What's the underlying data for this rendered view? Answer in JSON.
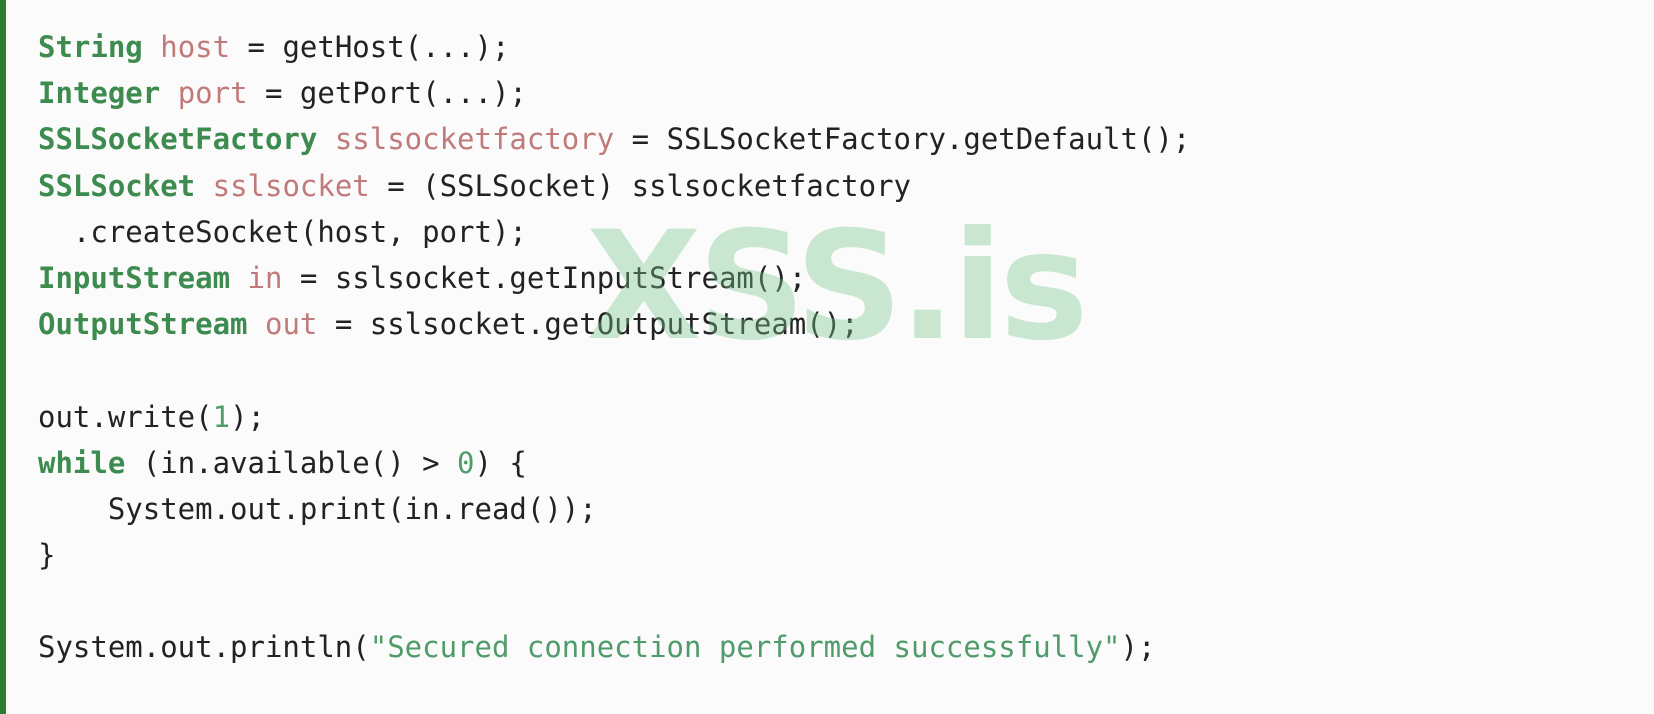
{
  "colors": {
    "accent_bar": "#2e7d32",
    "type_keyword": "#3d8b4f",
    "variable": "#c07a7a",
    "literal": "#4f9b6a",
    "plain": "#222222",
    "background": "#fbfbfb"
  },
  "watermark": {
    "text": "XSS.is"
  },
  "code": {
    "language": "java",
    "lines": [
      [
        {
          "t": "type",
          "v": "String"
        },
        {
          "t": "plain",
          "v": " "
        },
        {
          "t": "var",
          "v": "host"
        },
        {
          "t": "plain",
          "v": " = getHost(...);"
        }
      ],
      [
        {
          "t": "type",
          "v": "Integer"
        },
        {
          "t": "plain",
          "v": " "
        },
        {
          "t": "var",
          "v": "port"
        },
        {
          "t": "plain",
          "v": " = getPort(...);"
        }
      ],
      [
        {
          "t": "type",
          "v": "SSLSocketFactory"
        },
        {
          "t": "plain",
          "v": " "
        },
        {
          "t": "var",
          "v": "sslsocketfactory"
        },
        {
          "t": "plain",
          "v": " = SSLSocketFactory.getDefault();"
        }
      ],
      [
        {
          "t": "type",
          "v": "SSLSocket"
        },
        {
          "t": "plain",
          "v": " "
        },
        {
          "t": "var",
          "v": "sslsocket"
        },
        {
          "t": "plain",
          "v": " = (SSLSocket) sslsocketfactory"
        }
      ],
      [
        {
          "t": "plain",
          "v": "  .createSocket(host, port);"
        }
      ],
      [
        {
          "t": "type",
          "v": "InputStream"
        },
        {
          "t": "plain",
          "v": " "
        },
        {
          "t": "var",
          "v": "in"
        },
        {
          "t": "plain",
          "v": " = sslsocket.getInputStream();"
        }
      ],
      [
        {
          "t": "type",
          "v": "OutputStream"
        },
        {
          "t": "plain",
          "v": " "
        },
        {
          "t": "var",
          "v": "out"
        },
        {
          "t": "plain",
          "v": " = sslsocket.getOutputStream();"
        }
      ],
      [],
      [
        {
          "t": "plain",
          "v": "out.write("
        },
        {
          "t": "num",
          "v": "1"
        },
        {
          "t": "plain",
          "v": ");"
        }
      ],
      [
        {
          "t": "kw",
          "v": "while"
        },
        {
          "t": "plain",
          "v": " (in.available() > "
        },
        {
          "t": "num",
          "v": "0"
        },
        {
          "t": "plain",
          "v": ") {"
        }
      ],
      [
        {
          "t": "plain",
          "v": "    System.out.print(in.read());"
        }
      ],
      [
        {
          "t": "plain",
          "v": "}"
        }
      ],
      [],
      [
        {
          "t": "plain",
          "v": "System.out.println("
        },
        {
          "t": "str",
          "v": "\"Secured connection performed successfully\""
        },
        {
          "t": "plain",
          "v": ");"
        }
      ]
    ]
  }
}
